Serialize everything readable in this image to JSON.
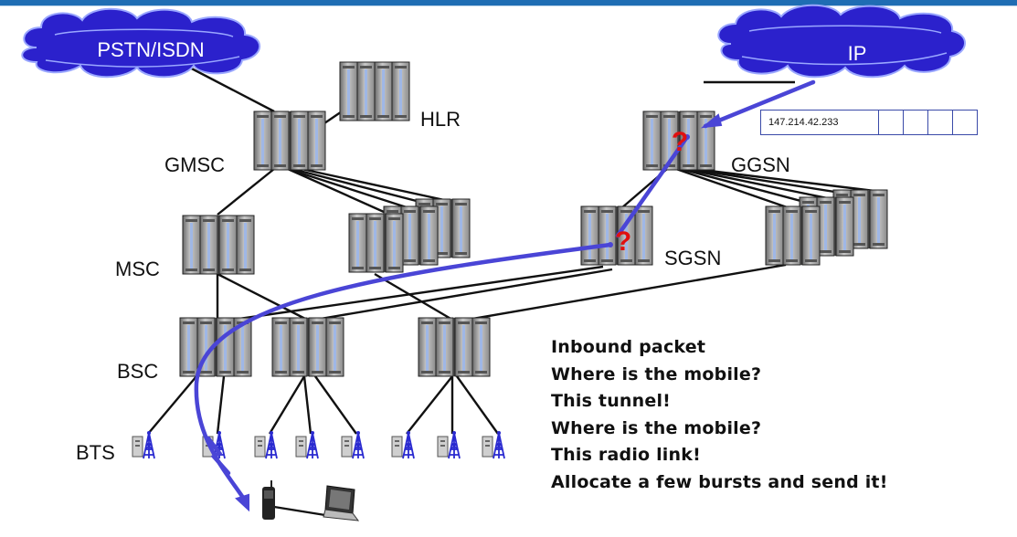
{
  "colors": {
    "top_bar": "#1f6db3",
    "cloud_fill": "#2b21cc",
    "cloud_stroke": "#9aa7ff",
    "path_arrow": "#4a45d6",
    "question_mark": "#e01010",
    "link_line": "#111111",
    "table_border": "#3a4aa8"
  },
  "clouds": {
    "pstn": "PSTN/ISDN",
    "ip": "IP"
  },
  "node_labels": {
    "hlr": "HLR",
    "gmsc": "GMSC",
    "ggsn": "GGSN",
    "msc": "MSC",
    "sgsn": "SGSN",
    "bsc": "BSC",
    "bts": "BTS"
  },
  "routing_table": {
    "address": "147.214.42.233",
    "empty_cells": [
      "",
      "",
      "",
      ""
    ]
  },
  "question_marks": [
    "?",
    "?"
  ],
  "notes": [
    "Inbound packet",
    "Where is the mobile?",
    "This tunnel!",
    "Where is the mobile?",
    "This radio link!",
    "Allocate a few bursts and send it!"
  ],
  "icons": [
    "server-rack-icon",
    "cloud-icon",
    "bts-tower-icon",
    "mobile-phone-icon",
    "laptop-icon"
  ]
}
